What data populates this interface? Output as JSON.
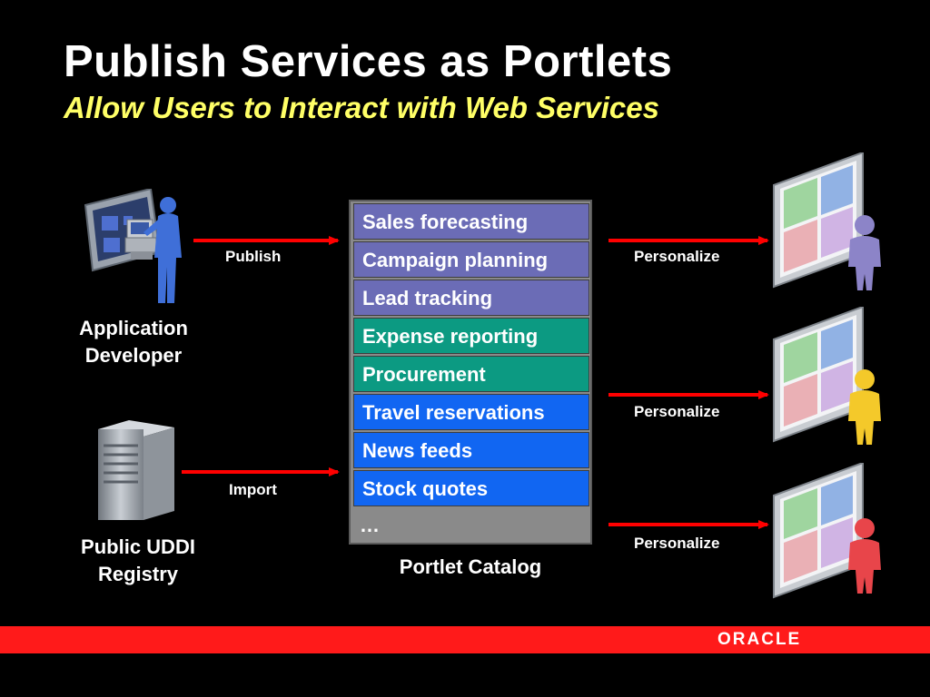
{
  "title": "Publish Services as Portlets",
  "subtitle": "Allow Users to Interact with Web Services",
  "actors": {
    "developer_line1": "Application",
    "developer_line2": "Developer",
    "registry_line1": "Public UDDI",
    "registry_line2": "Registry"
  },
  "arrow_labels": {
    "publish": "Publish",
    "import": "Import",
    "personalize": "Personalize"
  },
  "catalog": {
    "items": [
      {
        "label": "Sales forecasting",
        "color": "#6b6cb6"
      },
      {
        "label": "Campaign planning",
        "color": "#6b6cb6"
      },
      {
        "label": "Lead tracking",
        "color": "#6b6cb6"
      },
      {
        "label": "Expense reporting",
        "color": "#0c9a82"
      },
      {
        "label": "Procurement",
        "color": "#0c9a82"
      },
      {
        "label": "Travel reservations",
        "color": "#1166f2"
      },
      {
        "label": "News feeds",
        "color": "#1166f2"
      },
      {
        "label": "Stock quotes",
        "color": "#1166f2"
      }
    ],
    "ellipsis": "…",
    "caption": "Portlet Catalog"
  },
  "icons": {
    "developer": "developer-at-desktop-icon",
    "registry": "server-tower-icon",
    "portals": [
      "portal-user-purple-icon",
      "portal-user-yellow-icon",
      "portal-user-red-icon"
    ]
  },
  "colors": {
    "title": "#ffffff",
    "subtitle": "#ffff66",
    "arrow": "#ff0000",
    "footer": "#ff1a1a",
    "user_purple": "#8c84c8",
    "user_yellow": "#f4c92a",
    "user_red": "#e8454a"
  },
  "footer": {
    "logo": "ORACLE"
  }
}
